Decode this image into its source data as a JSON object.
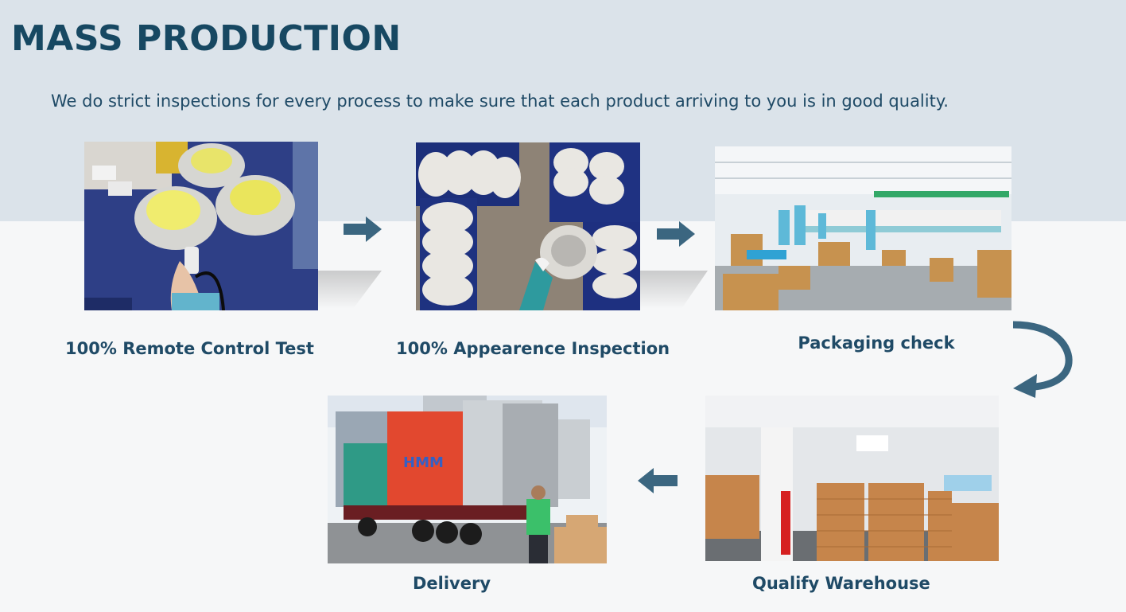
{
  "header": {
    "title": "MASS PRODUCTION",
    "subtitle": "We do strict inspections for every process to make sure that each product arriving to you is in good quality."
  },
  "steps": [
    {
      "caption": "100% Remote Control Test"
    },
    {
      "caption": "100%  Appearence Inspection"
    },
    {
      "caption": "Packaging check"
    },
    {
      "caption": "Qualify Warehouse"
    },
    {
      "caption": "Delivery"
    }
  ],
  "colors": {
    "title": "#174862",
    "text": "#1f4a66",
    "arrow": "#3b6680",
    "band": "#dbe3ea",
    "background": "#f6f7f8"
  }
}
